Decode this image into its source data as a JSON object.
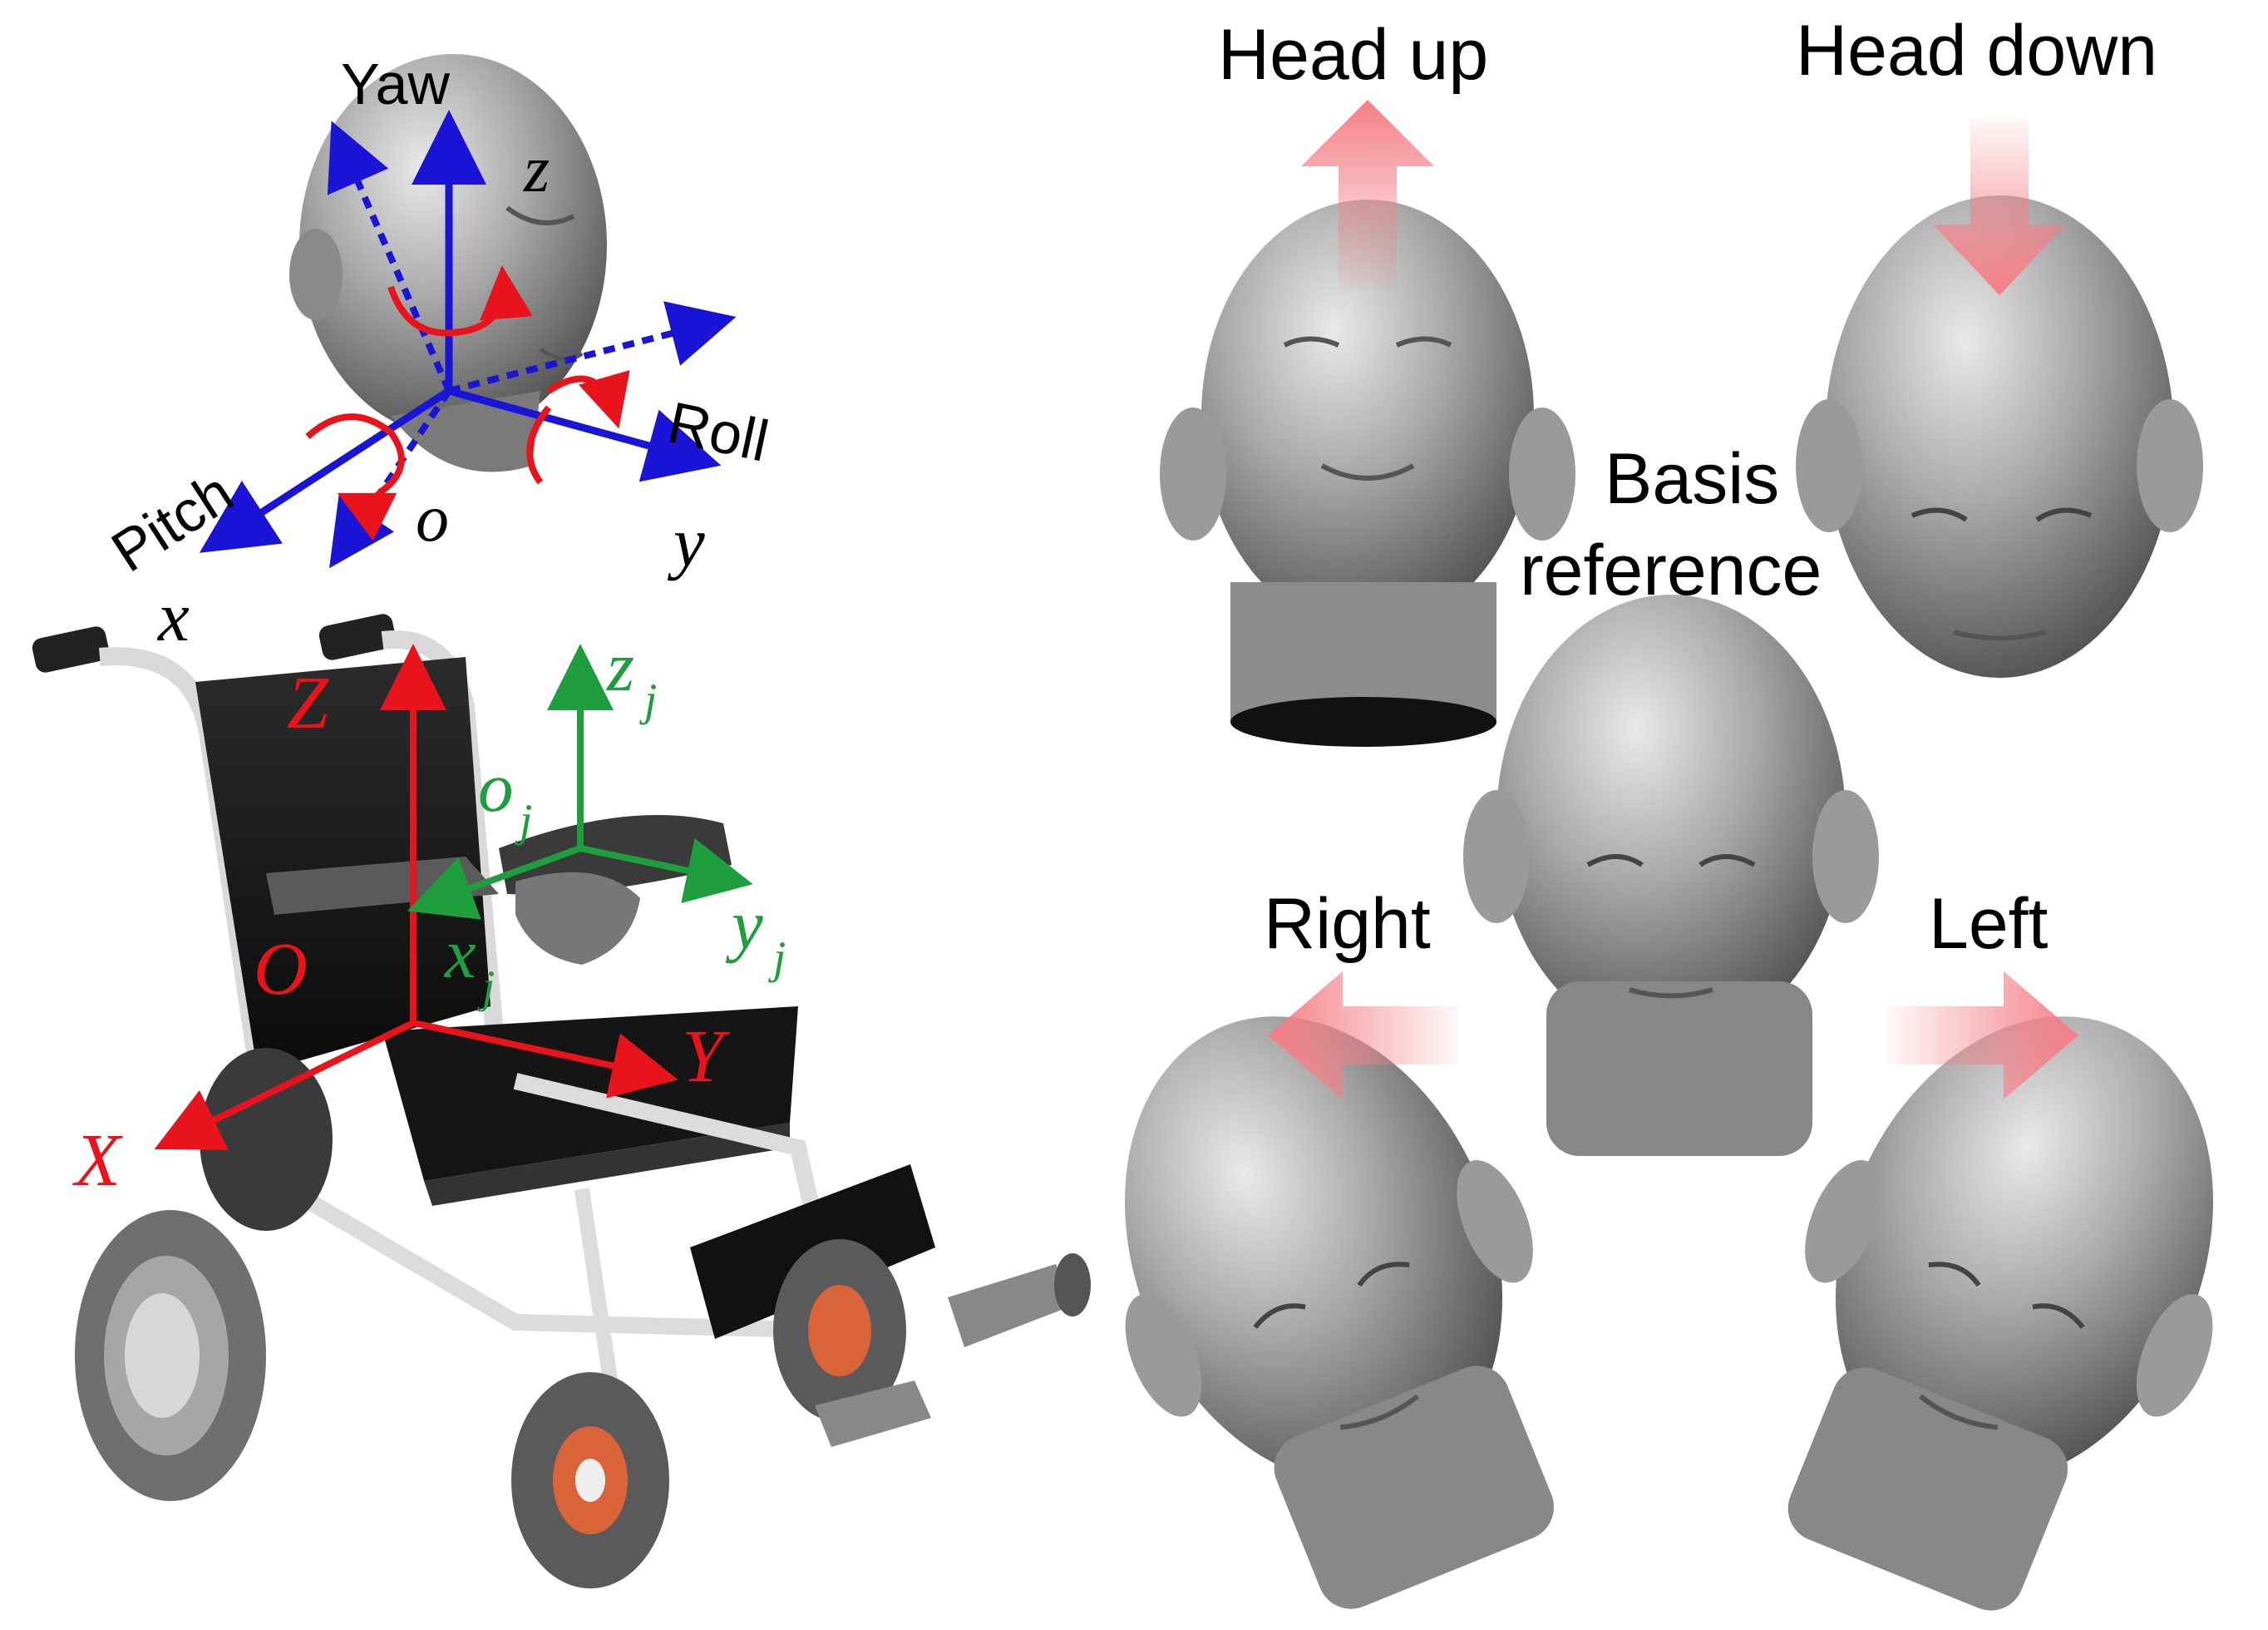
{
  "head_axes": {
    "yaw": "Yaw",
    "pitch": "Pitch",
    "roll": "Roll",
    "z": "z",
    "o": "o",
    "x": "x",
    "y": "y"
  },
  "wheelchair_axes": {
    "Z": "Z",
    "O": "O",
    "X": "X",
    "Y": "Y",
    "joystick": {
      "z": "z",
      "o": "o",
      "x": "x",
      "y": "y",
      "sub": "j"
    }
  },
  "poses": {
    "head_up": "Head up",
    "head_down": "Head down",
    "basis_line1": "Basis",
    "basis_line2": "reference",
    "right": "Right",
    "left": "Left"
  },
  "colors": {
    "axis_blue": "#1a14d6",
    "rotation_red": "#e8131b",
    "world_red": "#e8131b",
    "joystick_green": "#1e9e3c",
    "arrow_pink": "#f47f86",
    "head_gray": "#8c8c8c",
    "text": "#000000"
  }
}
